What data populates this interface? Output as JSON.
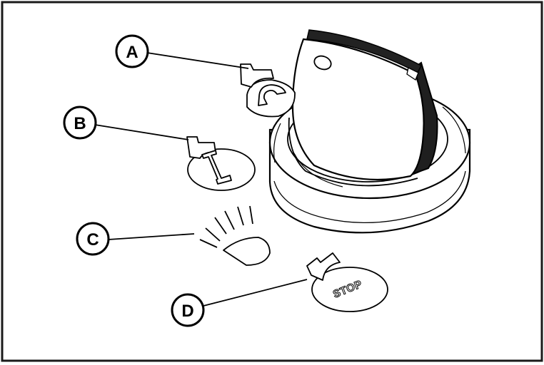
{
  "callouts": {
    "a": {
      "letter": "A",
      "meaning": ""
    },
    "b": {
      "letter": "B",
      "meaning": ""
    },
    "c": {
      "letter": "C",
      "meaning": ""
    },
    "d": {
      "letter": "D",
      "meaning": ""
    }
  },
  "symbols": {
    "stop_label": "STOP"
  },
  "colors": {
    "ink": "#000000",
    "paper": "#ffffff",
    "frame": "#1a1a1a"
  }
}
